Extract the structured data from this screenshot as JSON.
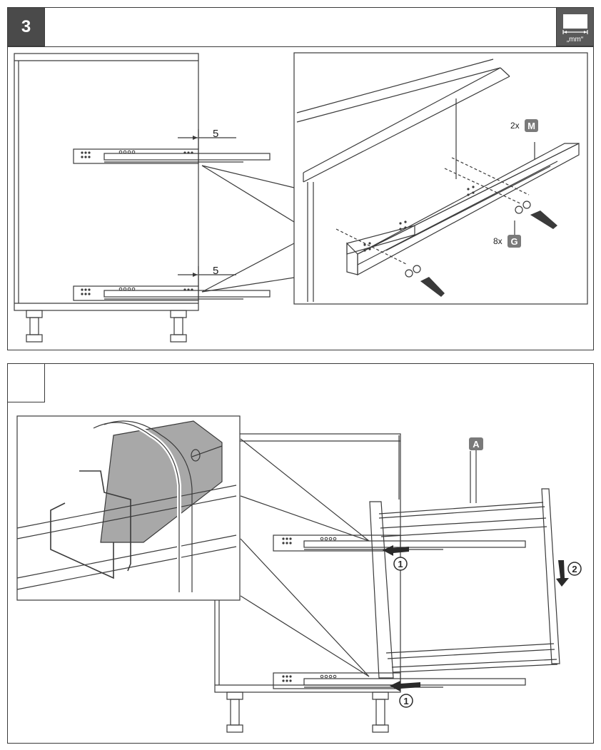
{
  "step3": {
    "number": "3",
    "unit_badge": "„mm“",
    "dimension_top": "5",
    "dimension_bottom": "5",
    "screw_m_count": "2x",
    "screw_m_letter": "M",
    "screw_g_count": "8x",
    "screw_g_letter": "G"
  },
  "step4": {
    "number": "",
    "part_label": "A",
    "arrow_1_top": "1",
    "arrow_1_bottom": "1",
    "arrow_2": "2"
  },
  "colors": {
    "badge_dark": "#4a4a4a",
    "badge_gray": "#7a7a7a",
    "line": "#3a3a3a",
    "gray_fill": "#a8a8a8"
  }
}
